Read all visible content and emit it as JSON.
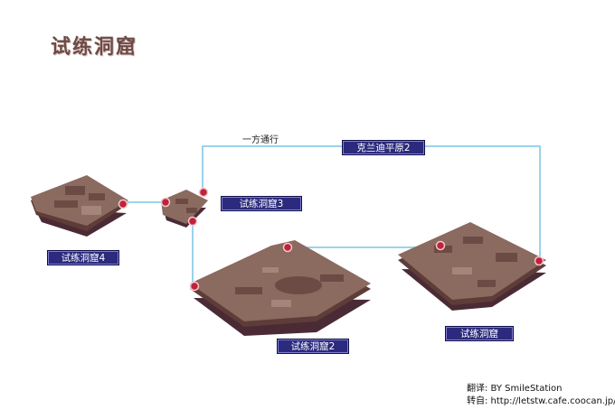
{
  "title": "试练洞窟",
  "route_note": "一方通行",
  "maps": {
    "cave4": "试练洞窟4",
    "cave3": "试练洞窟3",
    "plain2": "克兰迪平原2",
    "cave2": "试练洞窟2",
    "cave1": "试练洞窟"
  },
  "credits": {
    "translator": "翻译: BY SmileStation",
    "source": "转自: http://letstw.cafe.coocan.jp/"
  },
  "colors": {
    "path_line": "#9cd2ec",
    "label_bg": "#2b2a7e",
    "rock_top": "#8b6a60",
    "rock_dark": "#4a2b35",
    "portal": "#c0223a"
  }
}
